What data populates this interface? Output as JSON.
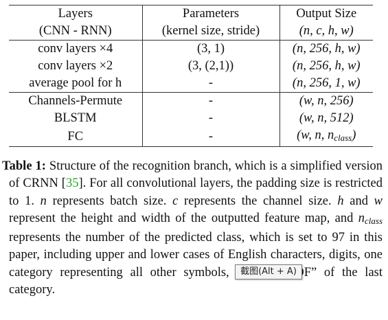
{
  "table": {
    "headers": [
      [
        "Layers",
        "Parameters",
        "Output Size"
      ],
      [
        "(CNN - RNN)",
        "(kernel size, stride)",
        "(n, c, h, w)"
      ]
    ],
    "rows": [
      {
        "layer": "conv layers ×4",
        "params": "(3, 1)",
        "output": "(n, 256, h, w)"
      },
      {
        "layer": "conv layers ×2",
        "params": "(3, (2,1))",
        "output": "(n, 256, h, w)"
      },
      {
        "layer": "average pool for h",
        "params": "-",
        "output": "(n, 256, 1, w)"
      },
      {
        "layer": "Channels-Permute",
        "params": "-",
        "output": "(w, n, 256)"
      },
      {
        "layer": "BLSTM",
        "params": "-",
        "output": "(w, n, 512)"
      },
      {
        "layer": "FC",
        "params": "-",
        "output": "(w, n, n_class)"
      }
    ]
  },
  "caption": {
    "label": "Table 1:",
    "text_1": " Structure of the recognition branch, which is a simplified version of CRNN [",
    "ref": "35",
    "text_2": "]. For all convolutional layers, the padding size is restricted to 1. ",
    "var_n": "n",
    "text_3": " represents batch size. ",
    "var_c": "c",
    "text_4": " represents the channel size. ",
    "var_h": "h",
    "text_5": " and ",
    "var_w": "w",
    "text_6": " represent the height and width of the outputted feature map, and ",
    "var_nclass_base": "n",
    "var_nclass_sub": "class",
    "text_7": " represents the number of the predicted class, which is set to 97 in this paper, including upper and lower cases of English characters, digits, one category representing all other symbols, and an “EOF” of the last category."
  },
  "tooltip": {
    "label": "截图(Alt + A)"
  }
}
